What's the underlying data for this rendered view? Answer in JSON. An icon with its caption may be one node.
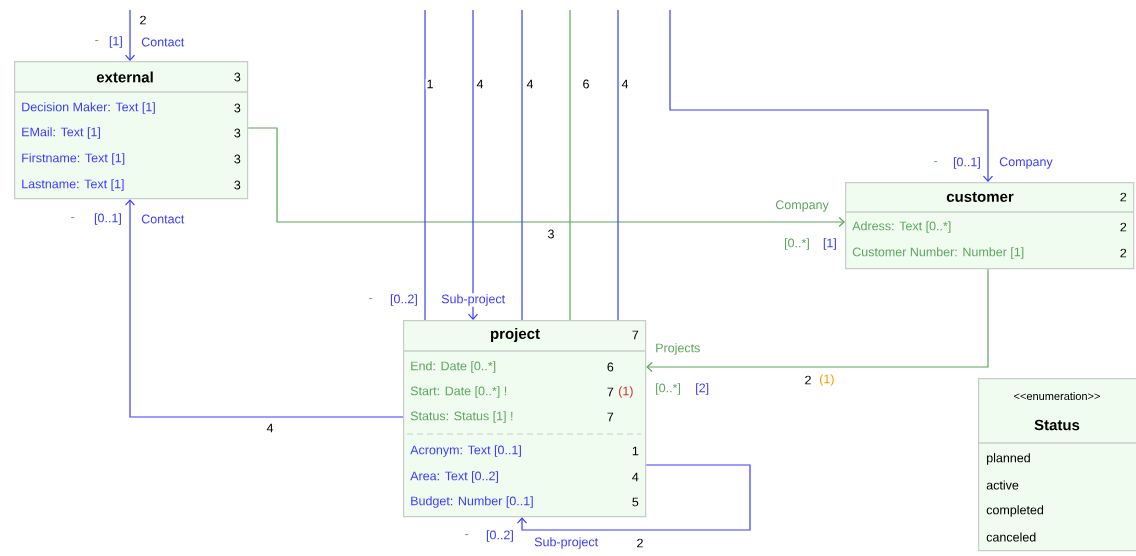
{
  "diagram": {
    "nodes": [
      {
        "text": [
          "external",
          "3",
          "Decision Maker: Text [1]",
          "3",
          "EMail: Text [1]",
          "3",
          "Firstname: Text [1]",
          "3",
          "Lastname: Text [1]",
          "3"
        ]
      },
      {
        "text": [
          "customer",
          "2",
          "Adress: Text [0..*]",
          "2",
          "Customer Number: Number [1]",
          "2"
        ]
      },
      {
        "text": [
          "project",
          "7",
          "End: Date [0..*]",
          "6",
          "Start: Date [0..*] !",
          "7",
          "(1)",
          "Status: Status [1] !",
          "7",
          "Acronym: Text [0..1]",
          "1",
          "Area: Text [0..2]",
          "4",
          "Budget: Number [0..1]",
          "5"
        ]
      },
      {
        "text": [
          "<<enumeration>>",
          "Status",
          "planned",
          "active",
          "completed",
          "canceled"
        ]
      }
    ],
    "edges": [
      {
        "from": null,
        "to": 0,
        "arrow": "to",
        "label": "2"
      },
      {
        "from": 2,
        "to": 0,
        "arrow": "to",
        "label": "4"
      },
      {
        "from": 0,
        "to": 1,
        "arrow": "to",
        "label": "3",
        "color": "#5ba55b"
      },
      {
        "from": null,
        "to": 1,
        "arrow": "to"
      },
      {
        "from": 1,
        "to": 2,
        "arrow": "to",
        "label": "2",
        "color": "#5ba55b"
      },
      {
        "from": 2,
        "to": 2,
        "arrow": "to",
        "label": "2"
      },
      {
        "from": null,
        "to": 2,
        "arrow": "none",
        "label": "1"
      },
      {
        "from": null,
        "to": 2,
        "arrow": "to",
        "label": "4"
      },
      {
        "from": null,
        "to": 2,
        "arrow": "none",
        "label": "4"
      },
      {
        "from": null,
        "to": 2,
        "arrow": "none",
        "label": "6",
        "color": "#5ba55b"
      },
      {
        "from": null,
        "to": 2,
        "arrow": "none",
        "label": "4"
      }
    ],
    "labels": [
      "-",
      "[1]",
      "Contact",
      "-",
      "[0..1]",
      "Contact",
      "Company",
      "[0..*]",
      "[1]",
      "-",
      "[0..1]",
      "Company",
      "(1)",
      "Projects",
      "[0..*]",
      "[2]",
      "-",
      "[0..2]",
      "Sub-project",
      "-",
      "[0..2]",
      "Sub-project"
    ]
  }
}
